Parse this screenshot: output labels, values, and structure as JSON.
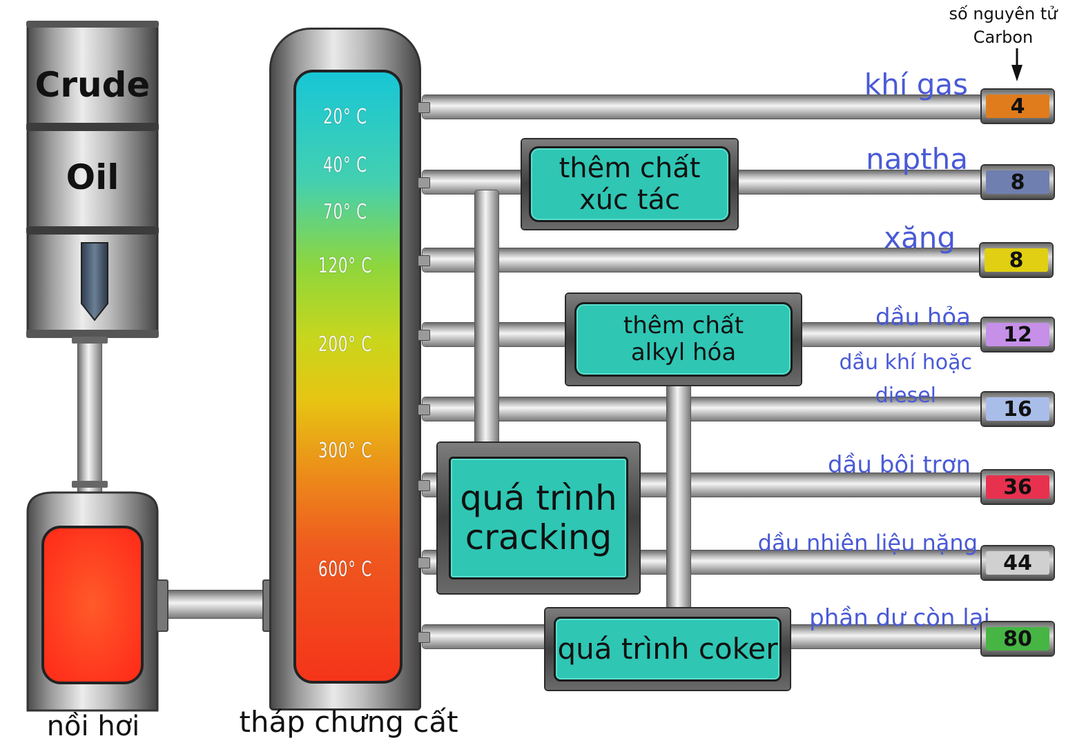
{
  "crude_oil": {
    "line1": "Crude",
    "line2": "Oil"
  },
  "boiler_label": "nồi hơi",
  "tower_label": "tháp chưng cất",
  "carbon_header": {
    "line1": "số nguyên tử",
    "line2": "Carbon"
  },
  "temperatures": [
    "20° C",
    "40° C",
    "70° C",
    "120° C",
    "200° C",
    "300° C",
    "600° C"
  ],
  "processes": {
    "catalyst": {
      "line1": "thêm chất",
      "line2": "xúc tác"
    },
    "alkyl": {
      "line1": "thêm chất",
      "line2": "alkyl hóa"
    },
    "cracking": {
      "line1": "quá trình",
      "line2": "cracking"
    },
    "coker": {
      "line1": "quá trình coker"
    }
  },
  "products": [
    {
      "name": "khí gas",
      "carbon": "4",
      "color": "#e07c1c"
    },
    {
      "name": "naptha",
      "carbon": "8",
      "color": "#6f7fb0"
    },
    {
      "name": "xăng",
      "carbon": "8",
      "color": "#e0cf12"
    },
    {
      "name": "dầu hỏa",
      "carbon": "12",
      "color": "#c690e8"
    },
    {
      "name": "dầu khí hoặc",
      "name2": "diesel",
      "carbon": "16",
      "color": "#a9bde9"
    },
    {
      "name": "dầu bôi trơn",
      "carbon": "36",
      "color": "#e8314e"
    },
    {
      "name": "dầu nhiên liệu nặng",
      "carbon": "44",
      "color": "#d0d0d0"
    },
    {
      "name": "phần dư còn lại",
      "carbon": "80",
      "color": "#46b544"
    }
  ]
}
